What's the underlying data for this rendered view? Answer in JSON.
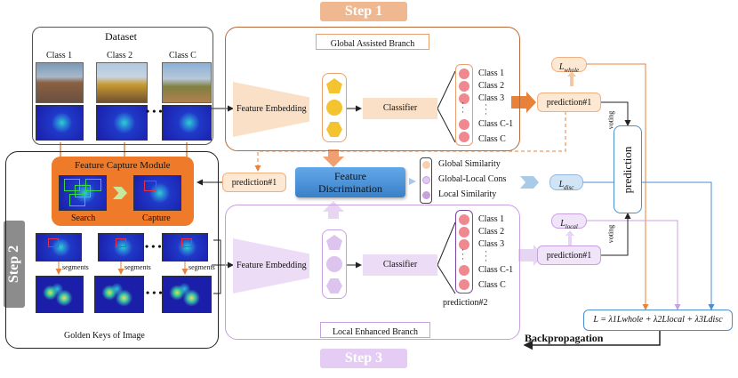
{
  "steps": {
    "step1": "Step 1",
    "step2": "Step 2",
    "step3": "Step 3"
  },
  "dataset": {
    "title": "Dataset",
    "class1": "Class 1",
    "class2": "Class 2",
    "classC": "Class C",
    "dots": "• • •"
  },
  "global_branch": {
    "title": "Global Assisted Branch",
    "feature_embedding": "Feature Embedding",
    "classifier": "Classifier",
    "classes": [
      "Class 1",
      "Class 2",
      "Class 3",
      "Class C-1",
      "Class C"
    ],
    "prediction": "prediction#1",
    "loss": "L",
    "loss_sub": "whole"
  },
  "local_branch": {
    "title": "Local Enhanced Branch",
    "feature_embedding": "Feature Embedding",
    "classifier": "Classifier",
    "classes": [
      "Class 1",
      "Class 2",
      "Class 3",
      "Class C-1",
      "Class C"
    ],
    "prediction2": "prediction#2",
    "prediction": "prediction#1",
    "loss": "L",
    "loss_sub": "local"
  },
  "capture_module": {
    "title": "Feature Capture Module",
    "search": "Search",
    "capture": "Capture",
    "prediction": "prediction#1"
  },
  "segments": {
    "label": "segments",
    "golden_keys": "Golden Keys of Image"
  },
  "discrimination": {
    "title_line1": "Feature",
    "title_line2": "Discrimination",
    "items": [
      "Global Similarity",
      "Global-Local Cons",
      "Local Similarity"
    ],
    "loss": "L",
    "loss_sub": "disc"
  },
  "prediction_box": {
    "label": "prediction",
    "voting": "voting"
  },
  "formula": "L = λ1Lwhole + λ2Llocal + λ3Ldisc",
  "backprop": "Backpropagation",
  "colors": {
    "orange": "#e8823a",
    "purple": "#c8a0e0",
    "blue": "#4a8ed0"
  }
}
